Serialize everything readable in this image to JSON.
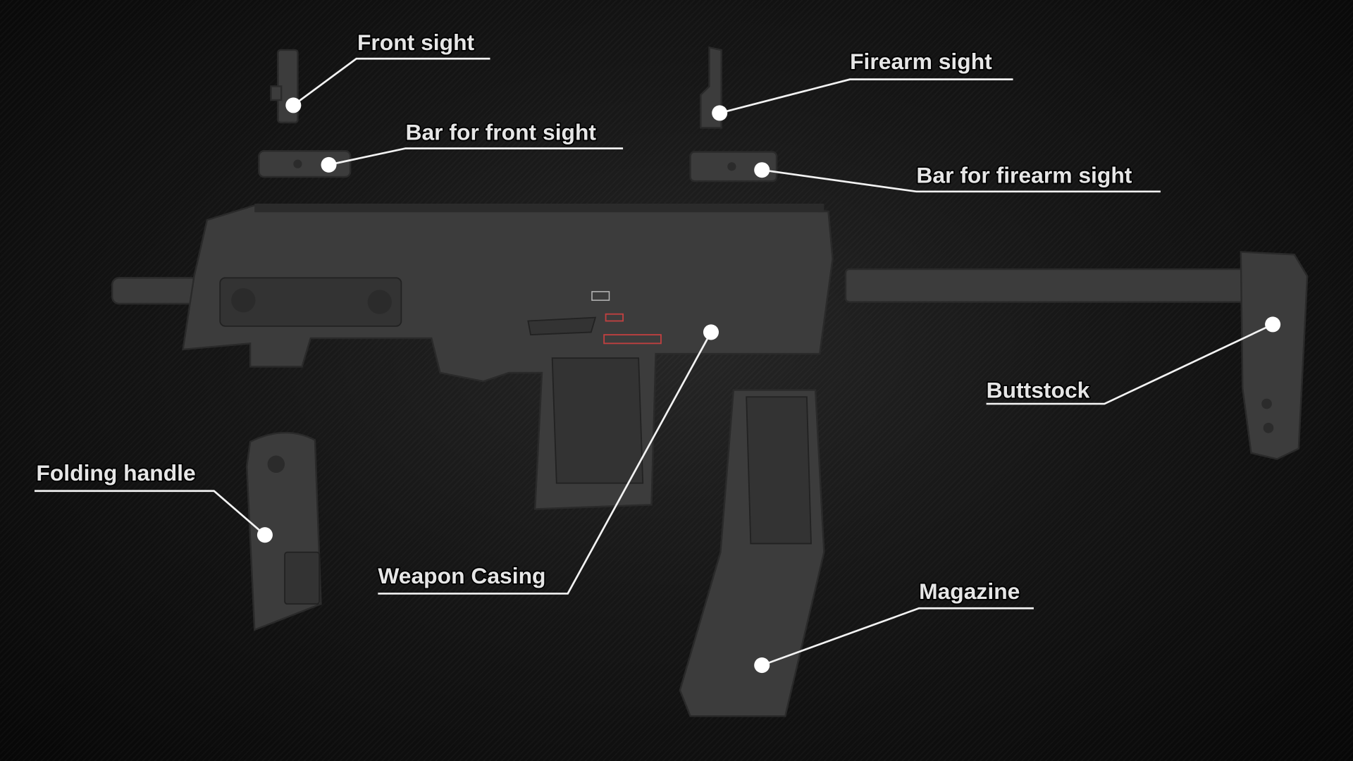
{
  "labels": {
    "front_sight": "Front sight",
    "bar_front_sight": "Bar for front sight",
    "firearm_sight": "Firearm sight",
    "bar_firearm_sight": "Bar for firearm sight",
    "buttstock": "Buttstock",
    "folding_handle": "Folding handle",
    "weapon_casing": "Weapon Casing",
    "magazine": "Magazine"
  },
  "colors": {
    "label_text": "#e6e6e6",
    "leader_line": "#ffffff",
    "part": "#3c3c3c",
    "background": "#141414"
  }
}
